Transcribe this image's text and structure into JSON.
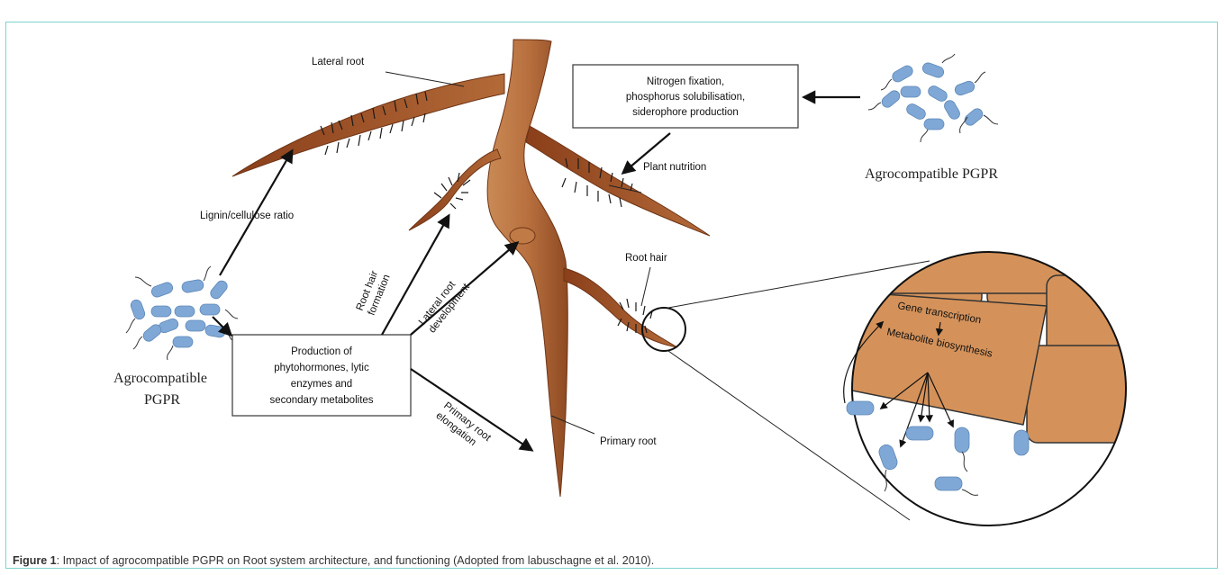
{
  "labels": {
    "lateral_root": "Lateral root",
    "root_hair": "Root hair",
    "primary_root": "Primary root",
    "plant_nutrition": "Plant nutrition",
    "lignin_ratio": "Lignin/cellulose ratio",
    "root_hair_formation": [
      "Root hair",
      "formation"
    ],
    "lateral_root_development": [
      "Lateral root",
      "development"
    ],
    "primary_root_elongation": [
      "Primary root",
      "elongation"
    ],
    "gene_transcription": "Gene transcription",
    "metabolite_biosynthesis": "Metabolite biosynthesis"
  },
  "boxes": {
    "nitrogen": [
      "Nitrogen fixation,",
      "phosphorus solubilisation,",
      "siderophore production"
    ],
    "production": [
      "Production of",
      "phytohormones, lytic",
      "enzymes and",
      "secondary metabolites"
    ]
  },
  "pgpr_top": "Agrocompatible PGPR",
  "pgpr_left": [
    "Agrocompatible",
    "PGPR"
  ],
  "caption": {
    "bold": "Figure 1",
    "text": ": Impact of agrocompatible PGPR on Root system architecture, and functioning (Adopted from labuschagne et al. 2010)."
  },
  "colors": {
    "root": "#b8703f",
    "root_dark": "#7a3a1a",
    "bacteria": "#7fa8d6",
    "cell": "#d4925a",
    "frame": "#7fd3d0"
  }
}
